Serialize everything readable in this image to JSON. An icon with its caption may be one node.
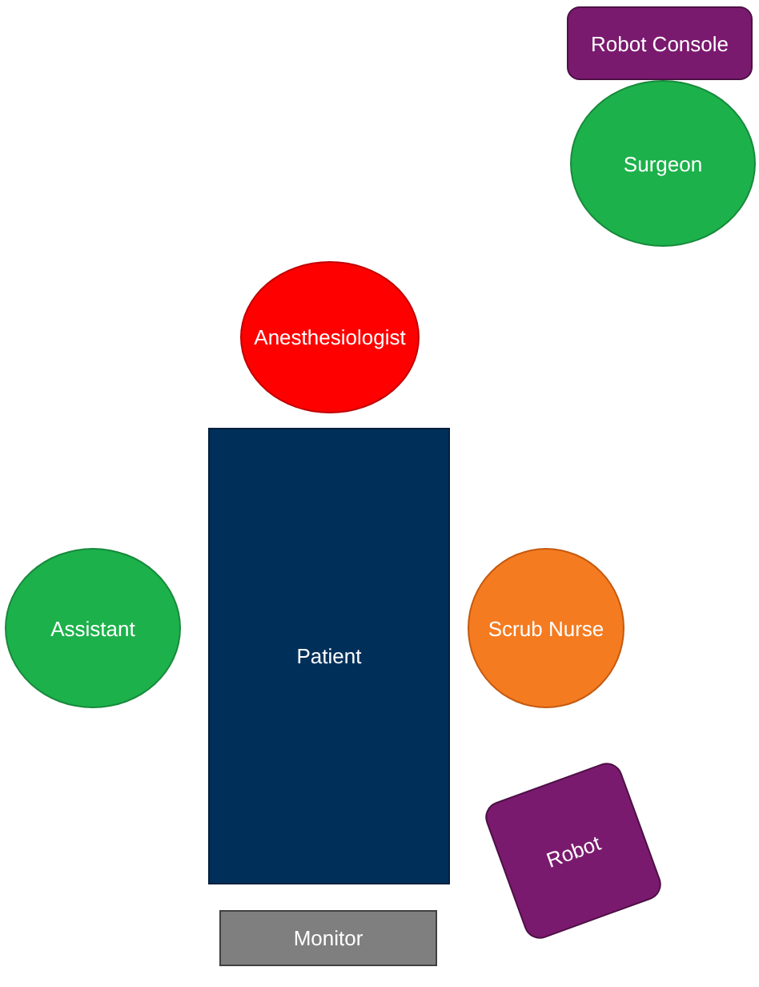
{
  "diagram": {
    "nodes": [
      {
        "text": [
          "Robot Console"
        ]
      },
      {
        "text": [
          "Surgeon"
        ]
      },
      {
        "text": [
          "Anesthesiologist"
        ]
      },
      {
        "text": [
          "Assistant"
        ]
      },
      {
        "text": [
          "Patient"
        ]
      },
      {
        "text": [
          "Scrub Nurse"
        ]
      },
      {
        "text": [
          "Robot"
        ]
      },
      {
        "text": [
          "Monitor"
        ]
      }
    ]
  }
}
